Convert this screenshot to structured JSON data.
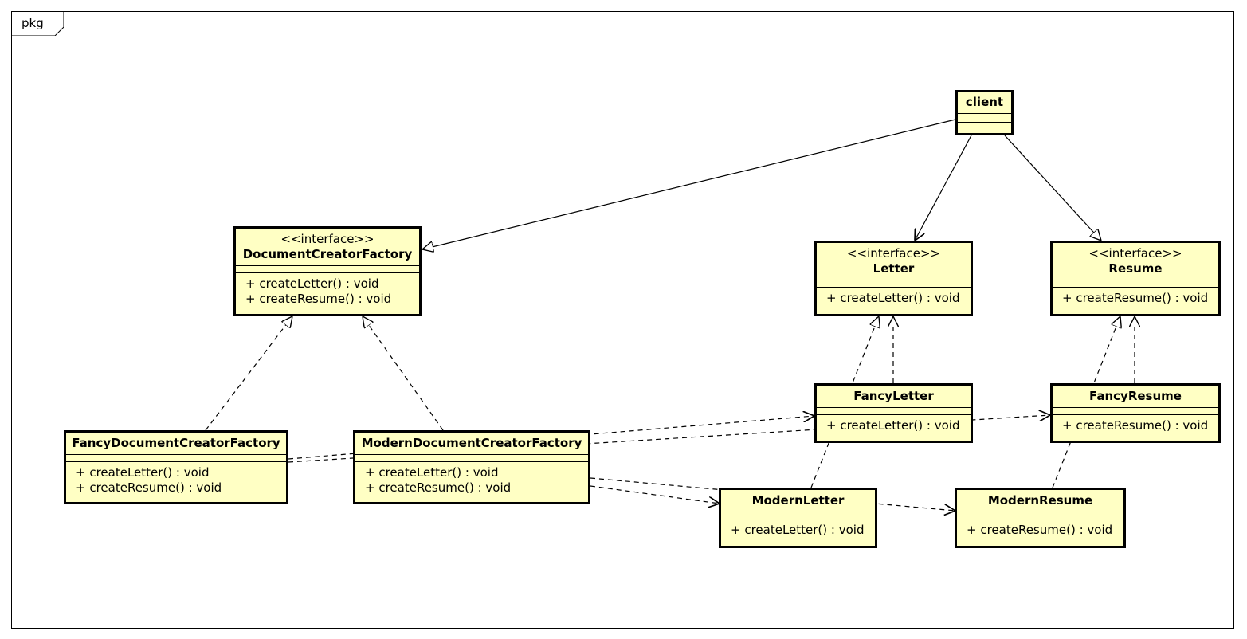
{
  "package": {
    "label": "pkg"
  },
  "classes": {
    "client": {
      "name": "client",
      "stereotype": "",
      "operations": []
    },
    "document_creator_factory": {
      "stereotype": "<<interface>>",
      "name": "DocumentCreatorFactory",
      "operations": [
        "+ createLetter() : void",
        "+ createResume() : void"
      ]
    },
    "letter": {
      "stereotype": "<<interface>>",
      "name": "Letter",
      "operations": [
        "+ createLetter() : void"
      ]
    },
    "resume": {
      "stereotype": "<<interface>>",
      "name": "Resume",
      "operations": [
        "+ createResume() : void"
      ]
    },
    "fancy_document_creator_factory": {
      "name": "FancyDocumentCreatorFactory",
      "operations": [
        "+ createLetter() : void",
        "+ createResume() : void"
      ]
    },
    "modern_document_creator_factory": {
      "name": "ModernDocumentCreatorFactory",
      "operations": [
        "+ createLetter() : void",
        "+ createResume() : void"
      ]
    },
    "fancy_letter": {
      "name": "FancyLetter",
      "operations": [
        "+ createLetter() : void"
      ]
    },
    "fancy_resume": {
      "name": "FancyResume",
      "operations": [
        "+ createResume() : void"
      ]
    },
    "modern_letter": {
      "name": "ModernLetter",
      "operations": [
        "+ createLetter() : void"
      ]
    },
    "modern_resume": {
      "name": "ModernResume",
      "operations": [
        "+ createResume() : void"
      ]
    }
  },
  "relationships": [
    {
      "from": "client",
      "to": "DocumentCreatorFactory",
      "kind": "generalization"
    },
    {
      "from": "client",
      "to": "Letter",
      "kind": "association"
    },
    {
      "from": "client",
      "to": "Resume",
      "kind": "generalization"
    },
    {
      "from": "FancyDocumentCreatorFactory",
      "to": "DocumentCreatorFactory",
      "kind": "realization"
    },
    {
      "from": "ModernDocumentCreatorFactory",
      "to": "DocumentCreatorFactory",
      "kind": "realization"
    },
    {
      "from": "FancyLetter",
      "to": "Letter",
      "kind": "realization"
    },
    {
      "from": "ModernLetter",
      "to": "Letter",
      "kind": "realization"
    },
    {
      "from": "FancyResume",
      "to": "Resume",
      "kind": "realization"
    },
    {
      "from": "ModernResume",
      "to": "Resume",
      "kind": "realization"
    },
    {
      "from": "FancyDocumentCreatorFactory",
      "to": "FancyLetter",
      "kind": "dependency"
    },
    {
      "from": "FancyDocumentCreatorFactory",
      "to": "FancyResume",
      "kind": "dependency"
    },
    {
      "from": "ModernDocumentCreatorFactory",
      "to": "ModernLetter",
      "kind": "dependency"
    },
    {
      "from": "ModernDocumentCreatorFactory",
      "to": "ModernResume",
      "kind": "dependency"
    }
  ]
}
